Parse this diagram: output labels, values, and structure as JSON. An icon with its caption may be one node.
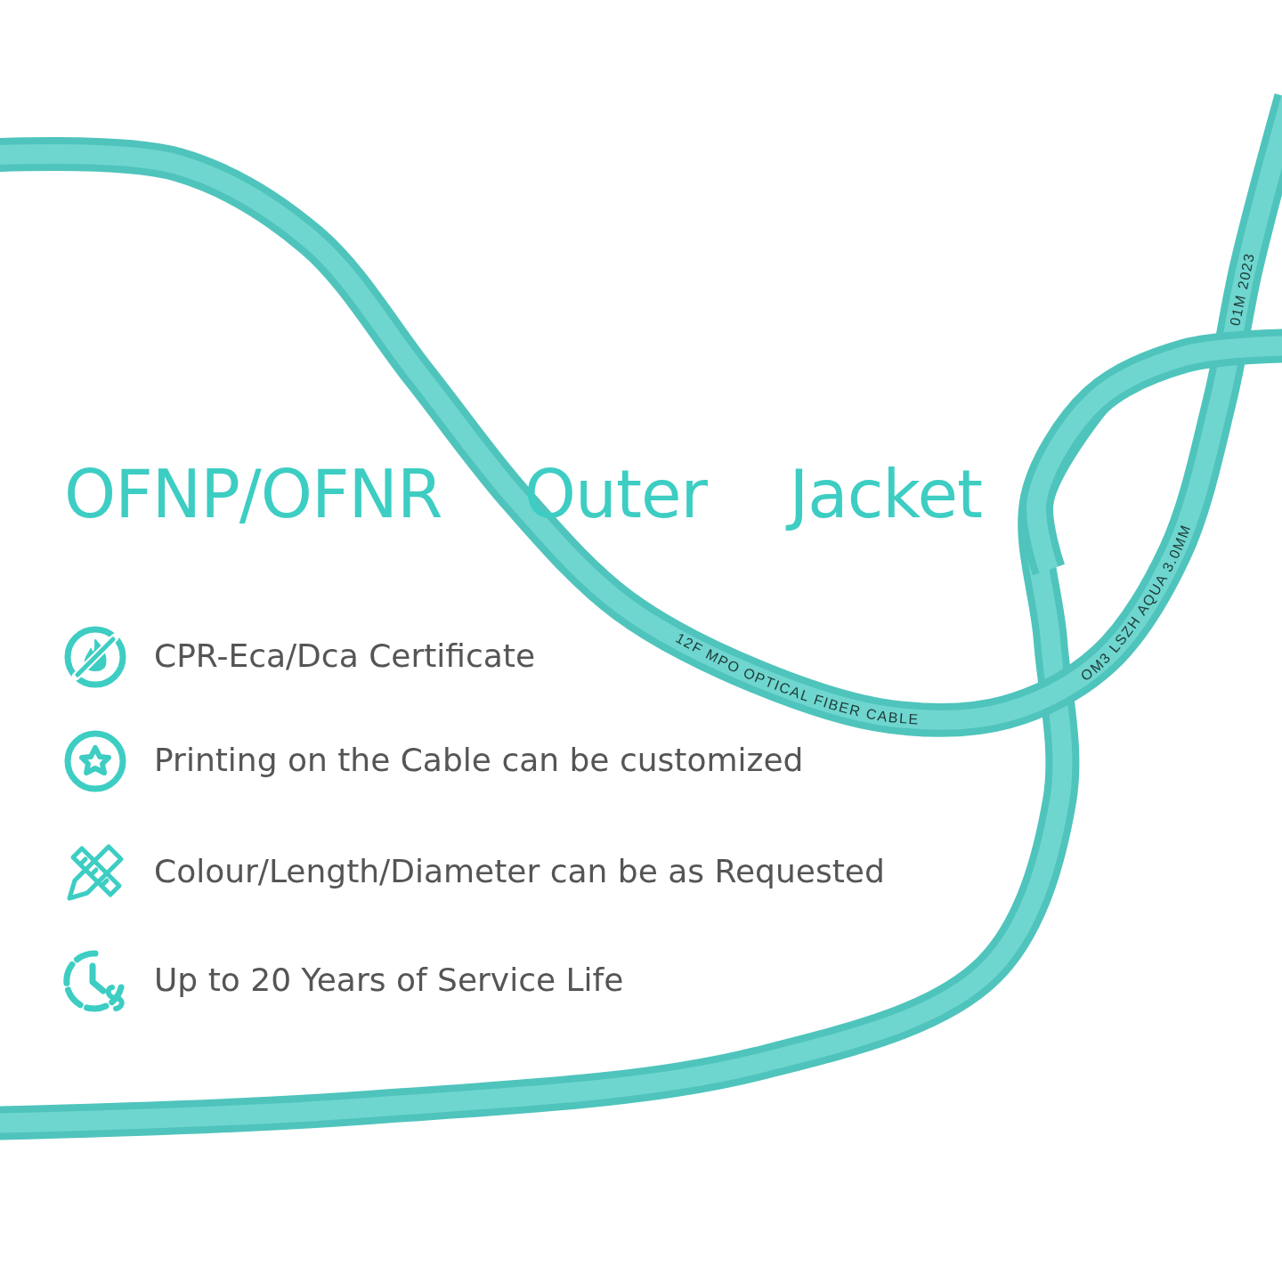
{
  "diagram": {
    "title": "OFNP/OFNR Outer Jacket",
    "labels": [
      "12F MPO OPTICAL FIBER CABLE",
      "OM3 LSZH AQUA 3.0MM",
      "01M 2023",
      "CPR-Eca/Dca Certificate",
      "Printing on the Cable can be customized",
      "Colour/Length/Diameter can be as Requested",
      "Up to 20 Years of Service Life"
    ]
  }
}
